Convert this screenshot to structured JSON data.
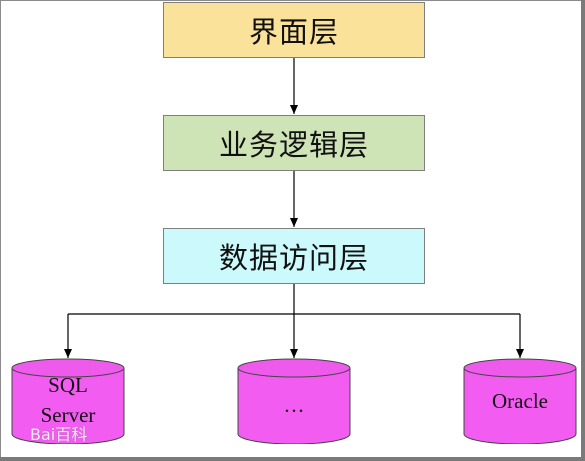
{
  "diagram": {
    "layers": {
      "ui": "界面层",
      "business": "业务逻辑层",
      "data_access": "数据访问层"
    },
    "databases": {
      "sql_line1": "SQL",
      "sql_line2": "Server",
      "middle": "…",
      "oracle": "Oracle"
    },
    "colors": {
      "ui_fill": "#fbe29a",
      "business_fill": "#cfe4b6",
      "data_access_fill": "#ccfafc",
      "database_fill": "#f25cf0",
      "database_top": "#ee5aeb"
    }
  },
  "watermark": {
    "text": "Bai百科"
  }
}
